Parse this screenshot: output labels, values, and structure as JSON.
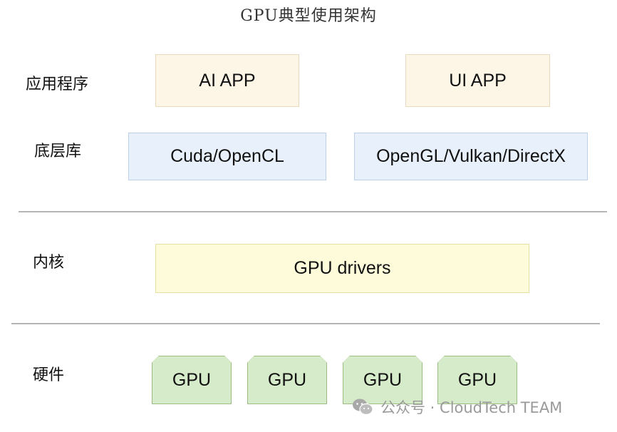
{
  "title": "GPU典型使用架构",
  "layers": {
    "app": {
      "label": "应用程序",
      "boxes": [
        "AI APP",
        "UI APP"
      ]
    },
    "lib": {
      "label": "底层库",
      "boxes": [
        "Cuda/OpenCL",
        "OpenGL/Vulkan/DirectX"
      ]
    },
    "kernel": {
      "label": "内核",
      "boxes": [
        "GPU drivers"
      ]
    },
    "hardware": {
      "label": "硬件",
      "gpus": [
        "GPU",
        "GPU",
        "GPU",
        "GPU"
      ]
    }
  },
  "watermark": {
    "text": "公众号 · CloudTech TEAM",
    "icon": "wechat-icon"
  },
  "colors": {
    "app_fill": "#fdf5e6",
    "lib_fill": "#e7f0fb",
    "kernel_fill": "#fdfbd9",
    "gpu_fill": "#d6ebc9",
    "divider": "#b5b5b5"
  }
}
